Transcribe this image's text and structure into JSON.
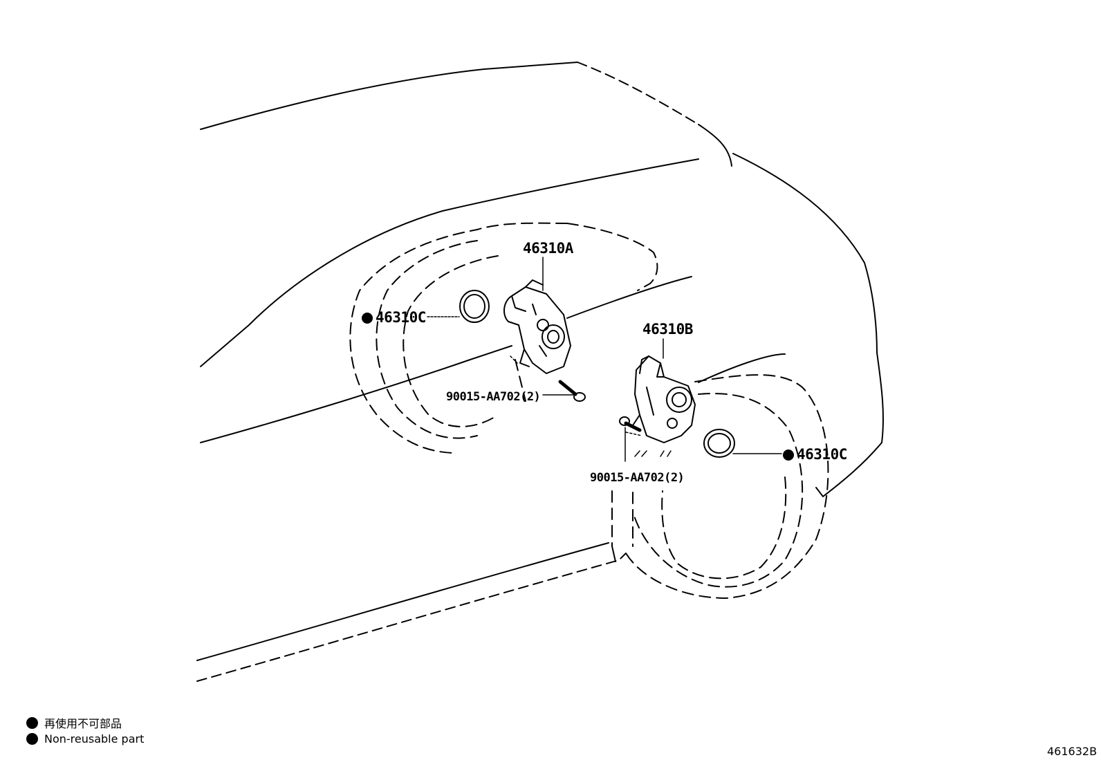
{
  "callouts": {
    "part_a": "46310A",
    "part_b": "46310B",
    "part_c_left": "46310C",
    "part_c_right": "46310C",
    "bolt_left": "90015-AA702(2)",
    "bolt_right": "90015-AA702(2)"
  },
  "legend": {
    "japanese": "再使用不可部品",
    "english": "Non-reusable part"
  },
  "diagram_code": "461632B",
  "colors": {
    "line": "#000000",
    "background": "#ffffff"
  }
}
